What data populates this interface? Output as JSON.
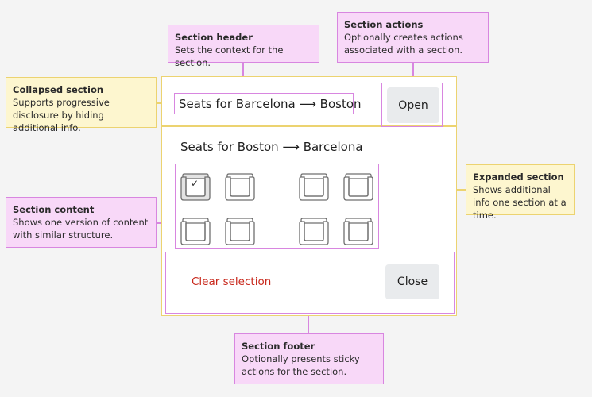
{
  "callouts": {
    "section_header": {
      "title": "Section header",
      "body": "Sets the context for the section."
    },
    "section_actions": {
      "title": "Section actions",
      "body": "Optionally creates actions associated with a section."
    },
    "collapsed_section": {
      "title": "Collapsed section",
      "body": "Supports progressive disclosure by hiding additional info."
    },
    "expanded_section": {
      "title": "Expanded section",
      "body": "Shows additional info one section at a time."
    },
    "section_content": {
      "title": "Section content",
      "body": "Shows one version of content with similar structure."
    },
    "section_footer": {
      "title": "Section footer",
      "body": "Optionally presents sticky actions for the section."
    }
  },
  "collapsed": {
    "header": "Seats for Barcelona ⟶ Boston",
    "action_label": "Open"
  },
  "expanded": {
    "header": "Seats for Boston ⟶ Barcelona",
    "seats": [
      {
        "row": 1,
        "position": 1,
        "selected": true
      },
      {
        "row": 1,
        "position": 2,
        "selected": false
      },
      {
        "row": 1,
        "position": 3,
        "selected": false
      },
      {
        "row": 1,
        "position": 4,
        "selected": false
      },
      {
        "row": 2,
        "position": 1,
        "selected": false
      },
      {
        "row": 2,
        "position": 2,
        "selected": false
      },
      {
        "row": 2,
        "position": 3,
        "selected": false
      },
      {
        "row": 2,
        "position": 4,
        "selected": false
      }
    ],
    "checkmark": "✓"
  },
  "footer": {
    "clear_label": "Clear selection",
    "close_label": "Close"
  },
  "colors": {
    "annotation_pink_fill": "#f8d8f8",
    "annotation_pink_border": "#d886e0",
    "annotation_yellow_fill": "#fdf6cf",
    "annotation_yellow_border": "#ecd370",
    "destructive_text": "#c8281c",
    "button_fill": "#e9ebed"
  }
}
